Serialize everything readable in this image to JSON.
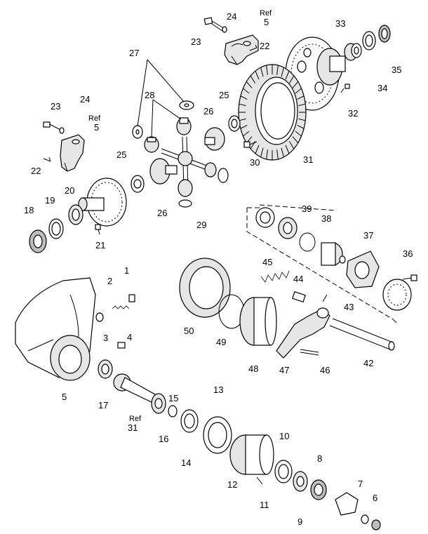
{
  "labels": [
    {
      "id": "1",
      "text": "1"
    },
    {
      "id": "2",
      "text": "2"
    },
    {
      "id": "3",
      "text": "3"
    },
    {
      "id": "4",
      "text": "4"
    },
    {
      "id": "5a",
      "text": "5"
    },
    {
      "id": "5b",
      "text": "5"
    },
    {
      "id": "5c",
      "text": "5"
    },
    {
      "id": "6",
      "text": "6"
    },
    {
      "id": "7",
      "text": "7"
    },
    {
      "id": "8",
      "text": "8"
    },
    {
      "id": "9",
      "text": "9"
    },
    {
      "id": "10",
      "text": "10"
    },
    {
      "id": "11",
      "text": "11"
    },
    {
      "id": "12",
      "text": "12"
    },
    {
      "id": "13",
      "text": "13"
    },
    {
      "id": "14",
      "text": "14"
    },
    {
      "id": "15",
      "text": "15"
    },
    {
      "id": "16",
      "text": "16"
    },
    {
      "id": "17",
      "text": "17"
    },
    {
      "id": "18",
      "text": "18"
    },
    {
      "id": "19",
      "text": "19"
    },
    {
      "id": "20",
      "text": "20"
    },
    {
      "id": "21",
      "text": "21"
    },
    {
      "id": "22a",
      "text": "22"
    },
    {
      "id": "22b",
      "text": "22"
    },
    {
      "id": "23a",
      "text": "23"
    },
    {
      "id": "23b",
      "text": "23"
    },
    {
      "id": "24a",
      "text": "24"
    },
    {
      "id": "24b",
      "text": "24"
    },
    {
      "id": "25a",
      "text": "25"
    },
    {
      "id": "25b",
      "text": "25"
    },
    {
      "id": "26a",
      "text": "26"
    },
    {
      "id": "26b",
      "text": "26"
    },
    {
      "id": "27",
      "text": "27"
    },
    {
      "id": "28",
      "text": "28"
    },
    {
      "id": "29",
      "text": "29"
    },
    {
      "id": "30",
      "text": "30"
    },
    {
      "id": "31a",
      "text": "31"
    },
    {
      "id": "31b",
      "text": "31"
    },
    {
      "id": "32",
      "text": "32"
    },
    {
      "id": "33",
      "text": "33"
    },
    {
      "id": "34",
      "text": "34"
    },
    {
      "id": "35",
      "text": "35"
    },
    {
      "id": "36",
      "text": "36"
    },
    {
      "id": "37",
      "text": "37"
    },
    {
      "id": "38",
      "text": "38"
    },
    {
      "id": "39",
      "text": "39"
    },
    {
      "id": "42",
      "text": "42"
    },
    {
      "id": "43",
      "text": "43"
    },
    {
      "id": "44",
      "text": "44"
    },
    {
      "id": "45",
      "text": "45"
    },
    {
      "id": "46",
      "text": "46"
    },
    {
      "id": "47",
      "text": "47"
    },
    {
      "id": "48",
      "text": "48"
    },
    {
      "id": "49",
      "text": "49"
    },
    {
      "id": "50",
      "text": "50"
    }
  ],
  "ref_labels": [
    {
      "id": "ref-top",
      "text": "Ref"
    },
    {
      "id": "ref-left",
      "text": "Ref"
    },
    {
      "id": "ref-pinion",
      "text": "Ref"
    }
  ]
}
